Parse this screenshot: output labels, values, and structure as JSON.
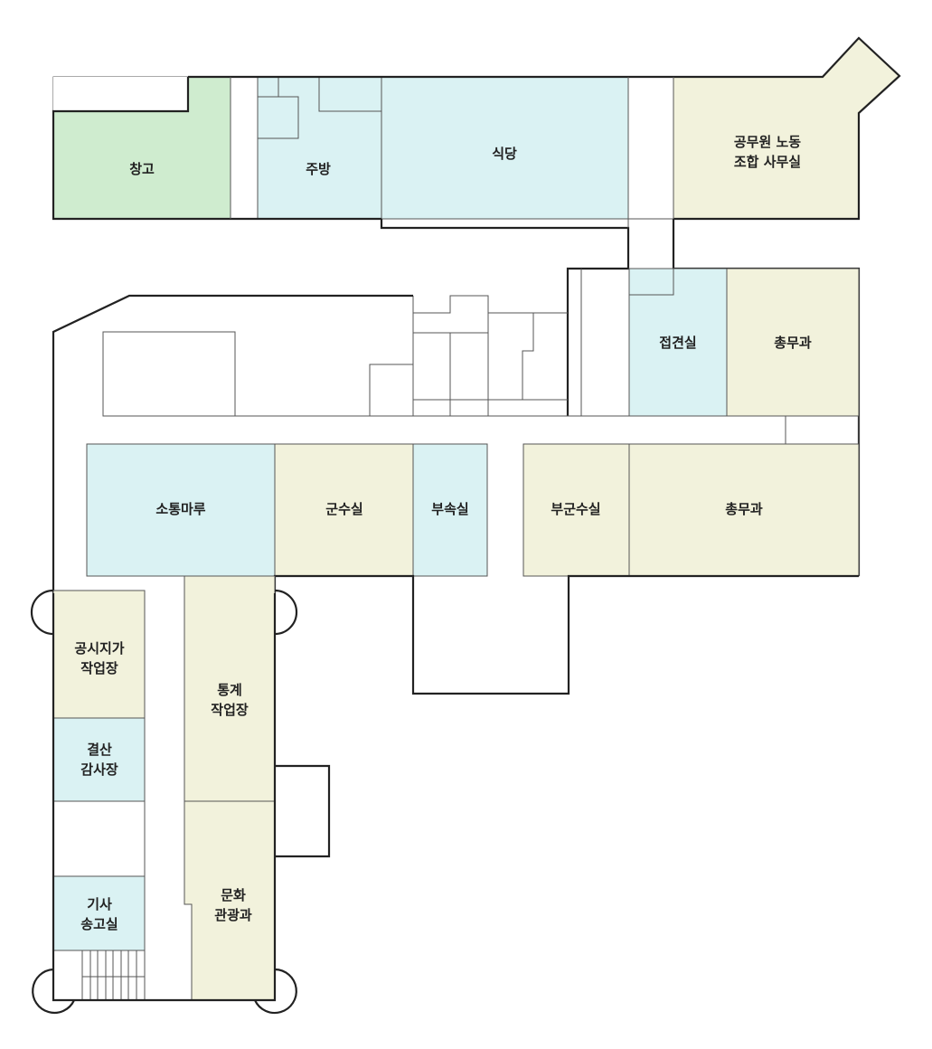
{
  "colors": {
    "storage": "#cfeccf",
    "blue": "#daf2f3",
    "cream": "#f2f2dc",
    "wall": "#222222",
    "line": "#555555",
    "text": "#222222"
  },
  "rooms": {
    "storage": "창고",
    "kitchen": "주방",
    "cafeteria": "식당",
    "union_line1": "공무원 노동",
    "union_line2": "조합 사무실",
    "reception": "접견실",
    "general_affairs_1": "총무과",
    "communication": "소통마루",
    "governor": "군수실",
    "secretariat": "부속실",
    "vice_governor": "부군수실",
    "general_affairs_2": "총무과",
    "land_price_line1": "공시지가",
    "land_price_line2": "작업장",
    "audit_line1": "결산",
    "audit_line2": "감사장",
    "statistics_line1": "통계",
    "statistics_line2": "작업장",
    "press_line1": "기사",
    "press_line2": "송고실",
    "culture_line1": "문화",
    "culture_line2": "관광과"
  }
}
